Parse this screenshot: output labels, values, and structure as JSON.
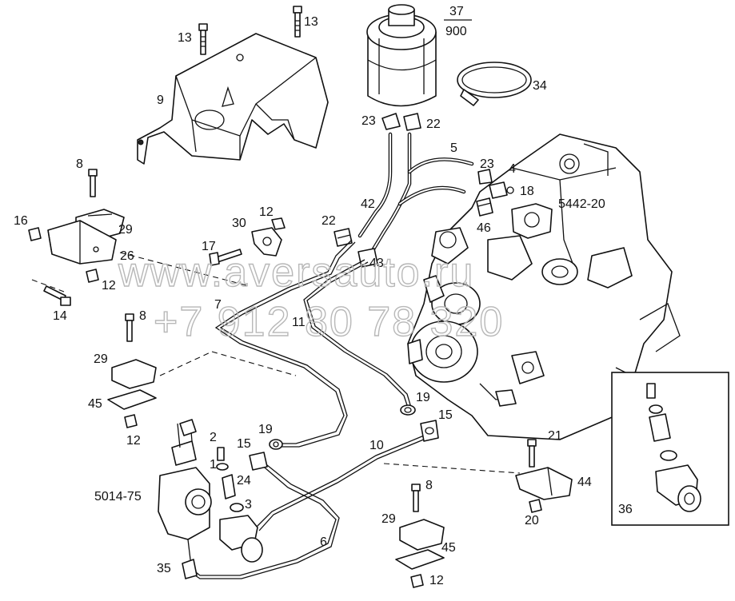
{
  "diagram": {
    "watermark_url": "www.aversauto.ru",
    "watermark_phone": "+7 912 80 78 320",
    "fraction": {
      "numerator": "37",
      "denominator": "900"
    },
    "labels": [
      {
        "key": "13a",
        "text": "13"
      },
      {
        "key": "13b",
        "text": "13"
      },
      {
        "key": "9",
        "text": "9"
      },
      {
        "key": "34",
        "text": "34"
      },
      {
        "key": "23a",
        "text": "23"
      },
      {
        "key": "22a",
        "text": "22"
      },
      {
        "key": "5",
        "text": "5"
      },
      {
        "key": "23b",
        "text": "23"
      },
      {
        "key": "4",
        "text": "4"
      },
      {
        "key": "18",
        "text": "18"
      },
      {
        "key": "5442",
        "text": "5442-20"
      },
      {
        "key": "46",
        "text": "46"
      },
      {
        "key": "42",
        "text": "42"
      },
      {
        "key": "22b",
        "text": "22"
      },
      {
        "key": "43",
        "text": "43"
      },
      {
        "key": "8a",
        "text": "8"
      },
      {
        "key": "16",
        "text": "16"
      },
      {
        "key": "29a",
        "text": "29"
      },
      {
        "key": "26",
        "text": "26"
      },
      {
        "key": "12a",
        "text": "12"
      },
      {
        "key": "14",
        "text": "14"
      },
      {
        "key": "30",
        "text": "30"
      },
      {
        "key": "12b",
        "text": "12"
      },
      {
        "key": "17",
        "text": "17"
      },
      {
        "key": "7",
        "text": "7"
      },
      {
        "key": "11",
        "text": "11"
      },
      {
        "key": "8b",
        "text": "8"
      },
      {
        "key": "29b",
        "text": "29"
      },
      {
        "key": "45a",
        "text": "45"
      },
      {
        "key": "12c",
        "text": "12"
      },
      {
        "key": "19a",
        "text": "19"
      },
      {
        "key": "15a",
        "text": "15"
      },
      {
        "key": "19b",
        "text": "19"
      },
      {
        "key": "15b",
        "text": "15"
      },
      {
        "key": "10",
        "text": "10"
      },
      {
        "key": "2",
        "text": "2"
      },
      {
        "key": "1",
        "text": "1"
      },
      {
        "key": "24",
        "text": "24"
      },
      {
        "key": "3",
        "text": "3"
      },
      {
        "key": "5014",
        "text": "5014-75"
      },
      {
        "key": "6",
        "text": "6"
      },
      {
        "key": "35",
        "text": "35"
      },
      {
        "key": "21",
        "text": "21"
      },
      {
        "key": "44",
        "text": "44"
      },
      {
        "key": "20",
        "text": "20"
      },
      {
        "key": "8c",
        "text": "8"
      },
      {
        "key": "29c",
        "text": "29"
      },
      {
        "key": "45b",
        "text": "45"
      },
      {
        "key": "12d",
        "text": "12"
      },
      {
        "key": "36",
        "text": "36"
      }
    ]
  }
}
